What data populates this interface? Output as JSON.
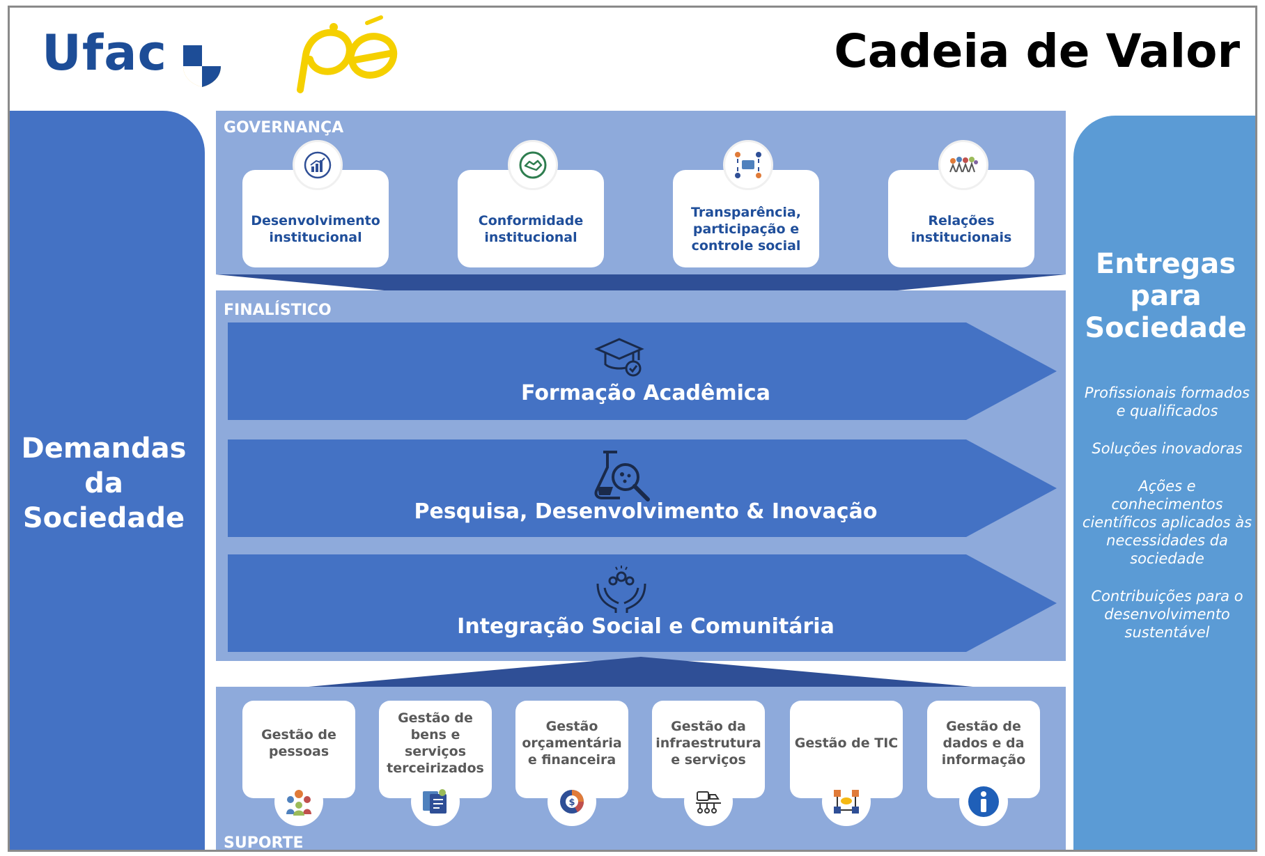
{
  "header": {
    "logo_text": "Ufac",
    "title": "Cadeia de Valor"
  },
  "left": {
    "title_lines": [
      "Demandas",
      "da",
      "Sociedade"
    ]
  },
  "right": {
    "title_lines": [
      "Entregas",
      "para",
      "Sociedade"
    ],
    "deliverables": [
      "Profissionais formados e qualificados",
      "Soluções inovadoras",
      "Ações e conhecimentos científicos aplicados às necessidades da sociedade",
      "Contribuições para o desenvolvimento sustentável"
    ]
  },
  "governanca": {
    "label": "GOVERNANÇA",
    "items": [
      {
        "label": "Desenvolvimento institucional",
        "icon": "bar-chart-icon"
      },
      {
        "label": "Conformidade institucional",
        "icon": "handshake-icon"
      },
      {
        "label": "Transparência, participação e controle social",
        "icon": "network-people-icon"
      },
      {
        "label": "Relações institucionais",
        "icon": "crowd-icon"
      }
    ]
  },
  "finalistico": {
    "label": "FINALÍSTICO",
    "items": [
      {
        "label": "Formação Acadêmica",
        "icon": "graduation-cap-icon"
      },
      {
        "label": "Pesquisa, Desenvolvimento & Inovação",
        "icon": "flask-magnifier-icon"
      },
      {
        "label": "Integração Social e Comunitária",
        "icon": "hands-community-icon"
      }
    ]
  },
  "suporte": {
    "label": "SUPORTE",
    "items": [
      {
        "label": "Gestão de pessoas",
        "icon": "people-icon"
      },
      {
        "label": "Gestão de bens e serviços terceirizados",
        "icon": "documents-icon"
      },
      {
        "label": "Gestão orçamentária e financeira",
        "icon": "money-pie-icon"
      },
      {
        "label": "Gestão da infraestrutura e serviços",
        "icon": "infrastructure-icon"
      },
      {
        "label": "Gestão de TIC",
        "icon": "it-network-icon"
      },
      {
        "label": "Gestão de dados e da informação",
        "icon": "info-icon"
      }
    ]
  },
  "colors": {
    "primary_blue": "#4472c4",
    "light_blue": "#5b9bd5",
    "band_blue": "#8eaadb",
    "dark_blue": "#2f4f96",
    "ufac_blue": "#1d4d97",
    "ufac_yellow": "#f5b914"
  }
}
